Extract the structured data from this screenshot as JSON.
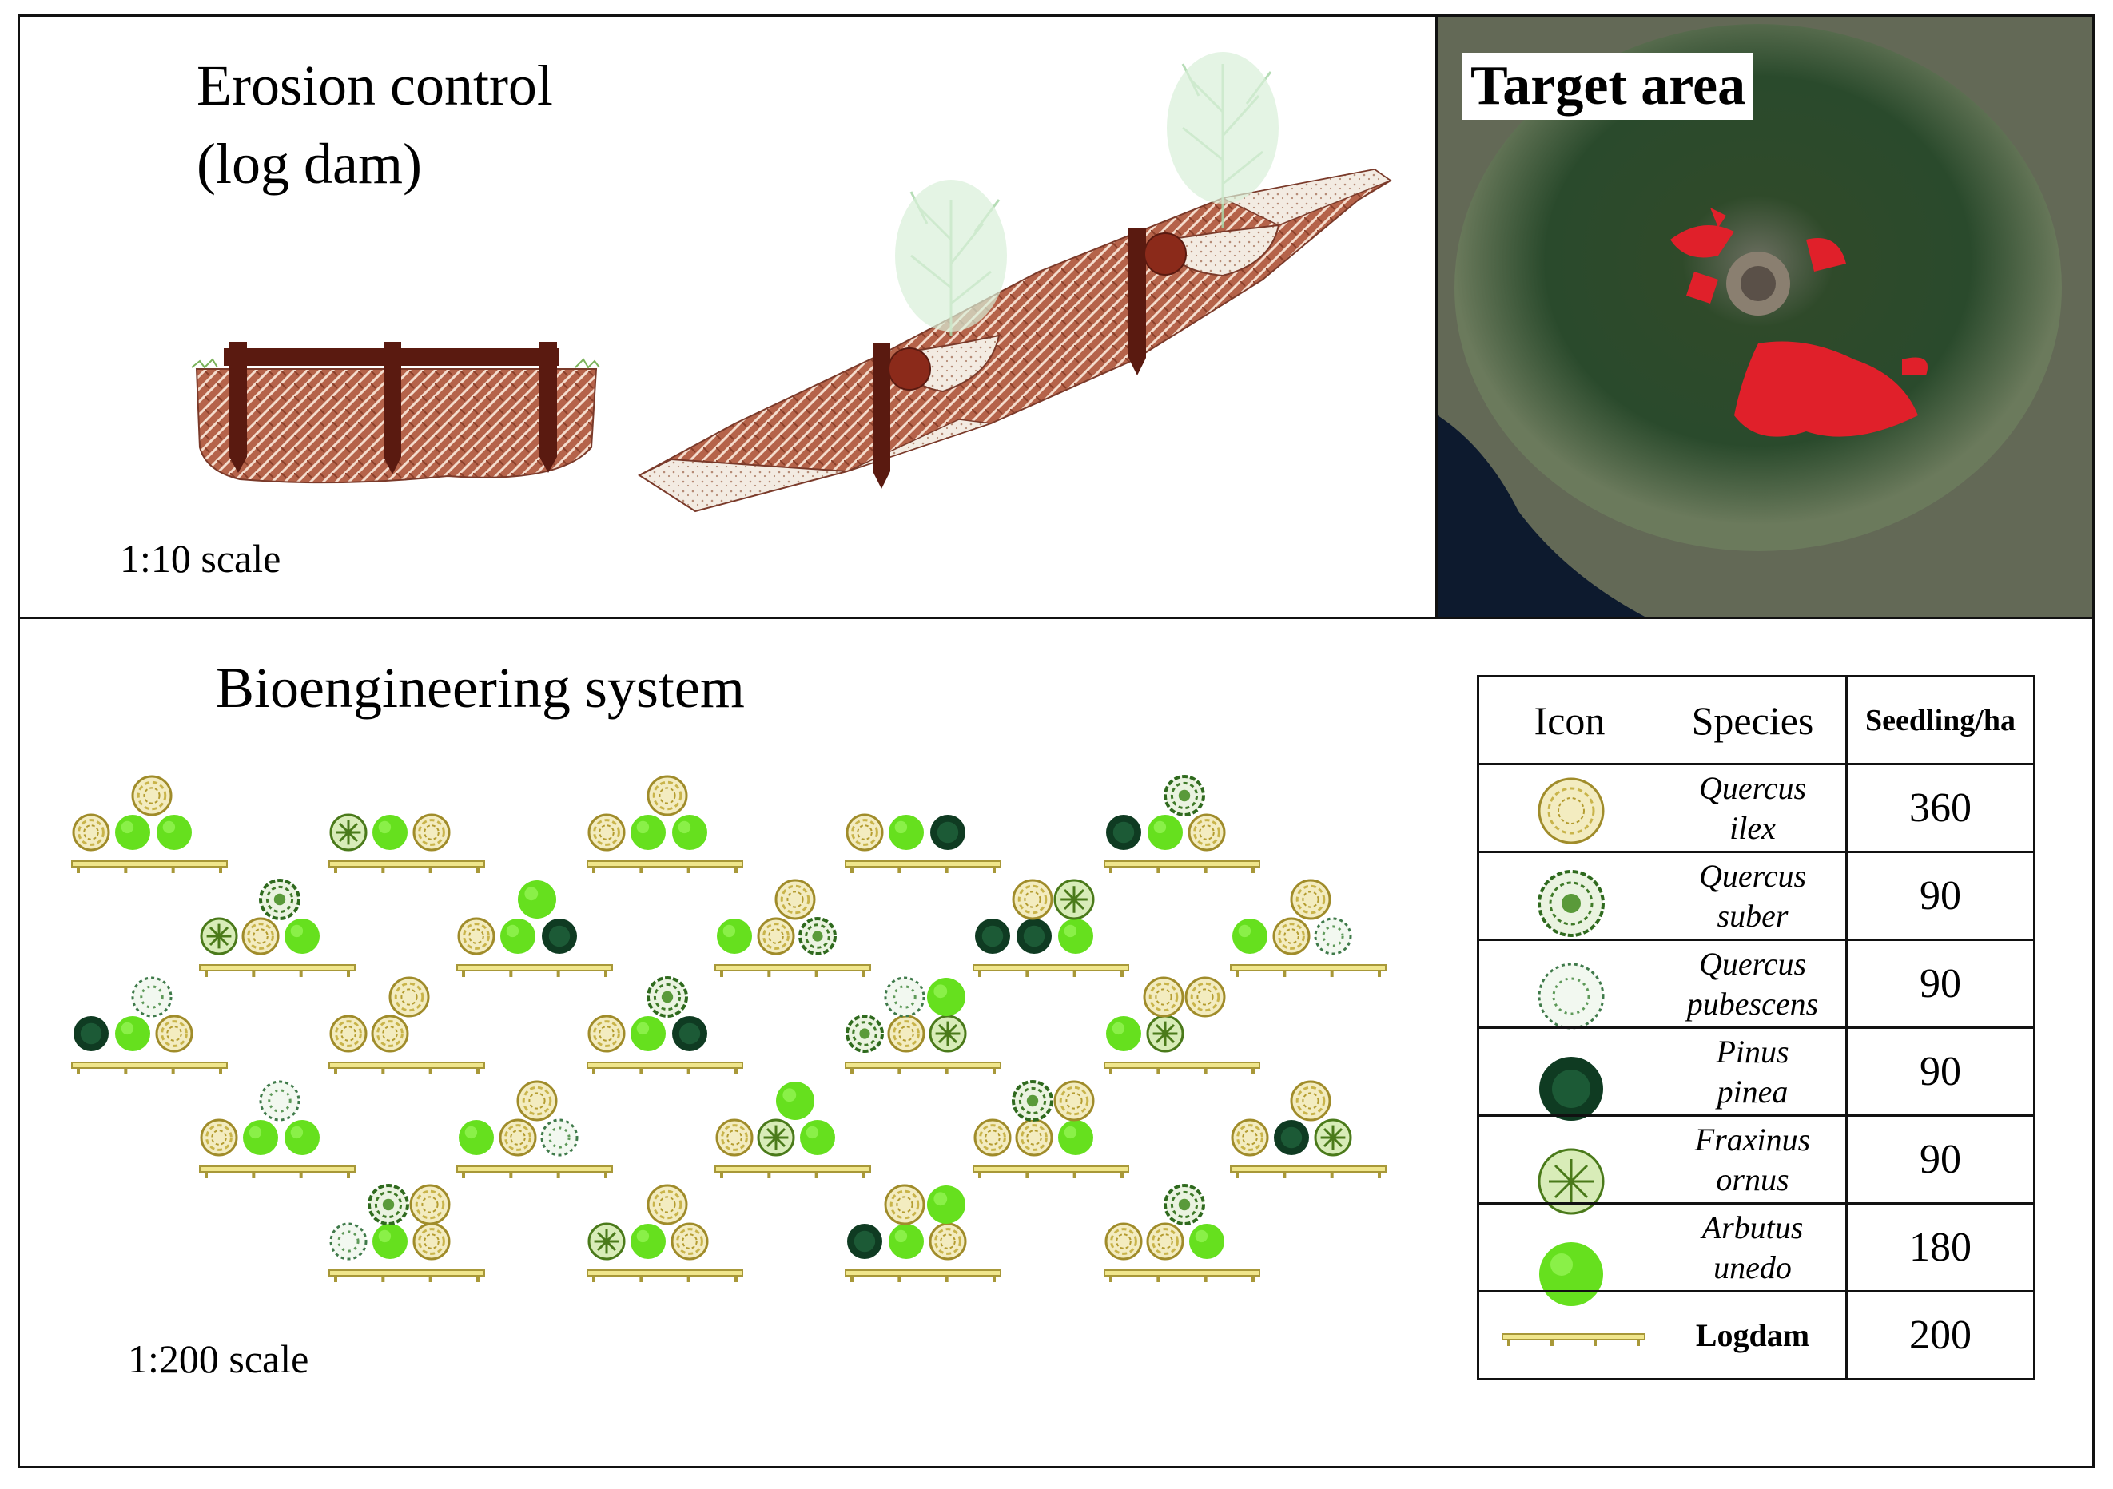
{
  "erosion": {
    "title_line1": "Erosion control",
    "title_line2": "(log dam)",
    "scale": "1:10 scale"
  },
  "target": {
    "label": "Target area"
  },
  "bio": {
    "title": "Bioengineering system",
    "scale": "1:200 scale"
  },
  "legend": {
    "headers": {
      "icon": "Icon",
      "species": "Species",
      "seedling": "Seedling/ha"
    },
    "rows": [
      {
        "icon": "quercus-ilex-icon",
        "line1": "Quercus",
        "line2": "ilex",
        "value": "360"
      },
      {
        "icon": "quercus-suber-icon",
        "line1": "Quercus",
        "line2": "suber",
        "value": "90"
      },
      {
        "icon": "quercus-pubescens-icon",
        "line1": "Quercus",
        "line2": "pubescens",
        "value": "90"
      },
      {
        "icon": "pinus-pinea-icon",
        "line1": "Pinus",
        "line2": "pinea",
        "value": "90"
      },
      {
        "icon": "fraxinus-ornus-icon",
        "line1": "Fraxinus",
        "line2": "ornus",
        "value": "90"
      },
      {
        "icon": "arbutus-unedo-icon",
        "line1": "Arbutus",
        "line2": "unedo",
        "value": "180"
      },
      {
        "icon": "logdam-icon",
        "line1": "Logdam",
        "line2": "",
        "value": "200"
      }
    ]
  },
  "colors": {
    "ilex": "#d9cf7a",
    "suber": "#3f7a28",
    "pubescens": "#5f9a5a",
    "pinea": "#0f3b22",
    "ornus": "#6aa02a",
    "unedo": "#66e01e",
    "soil": "#b5634a",
    "post": "#5a1a10",
    "map_red": "#e0202a",
    "logdam": "#f0e68c"
  }
}
